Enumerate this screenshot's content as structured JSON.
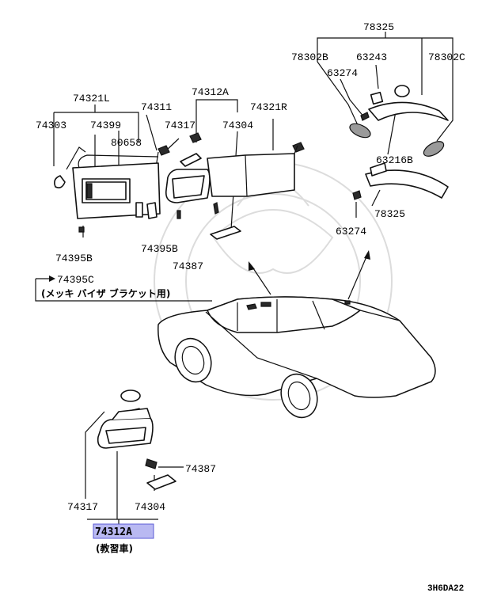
{
  "labels": {
    "p78325_top": "78325",
    "p78302B": "78302B",
    "p63243": "63243",
    "p78302C": "78302C",
    "p63274_top": "63274",
    "p63216B": "63216B",
    "p78325_bottom": "78325",
    "p63274_bottom": "63274",
    "p74321L": "74321L",
    "p74303": "74303",
    "p74399": "74399",
    "p74311": "74311",
    "p74317_top": "74317",
    "p80658": "80658",
    "p74312A_top": "74312A",
    "p74321R": "74321R",
    "p74304_top": "74304",
    "p74395B_left": "74395B",
    "p74395B_mid": "74395B",
    "p74387_top": "74387",
    "p74395C": "74395C",
    "note_plating": "(メッキ バイザ ブラケット用)",
    "p74387_bottom": "74387",
    "p74317_bottom": "74317",
    "p74304_bottom": "74304",
    "p74312A_highlight": "74312A",
    "note_training": "(教習車)",
    "diagram_code": "3H6DA22"
  },
  "colors": {
    "highlight_fill": "#b9b9f2",
    "highlight_border": "#5b5bd6",
    "line": "#111111"
  }
}
